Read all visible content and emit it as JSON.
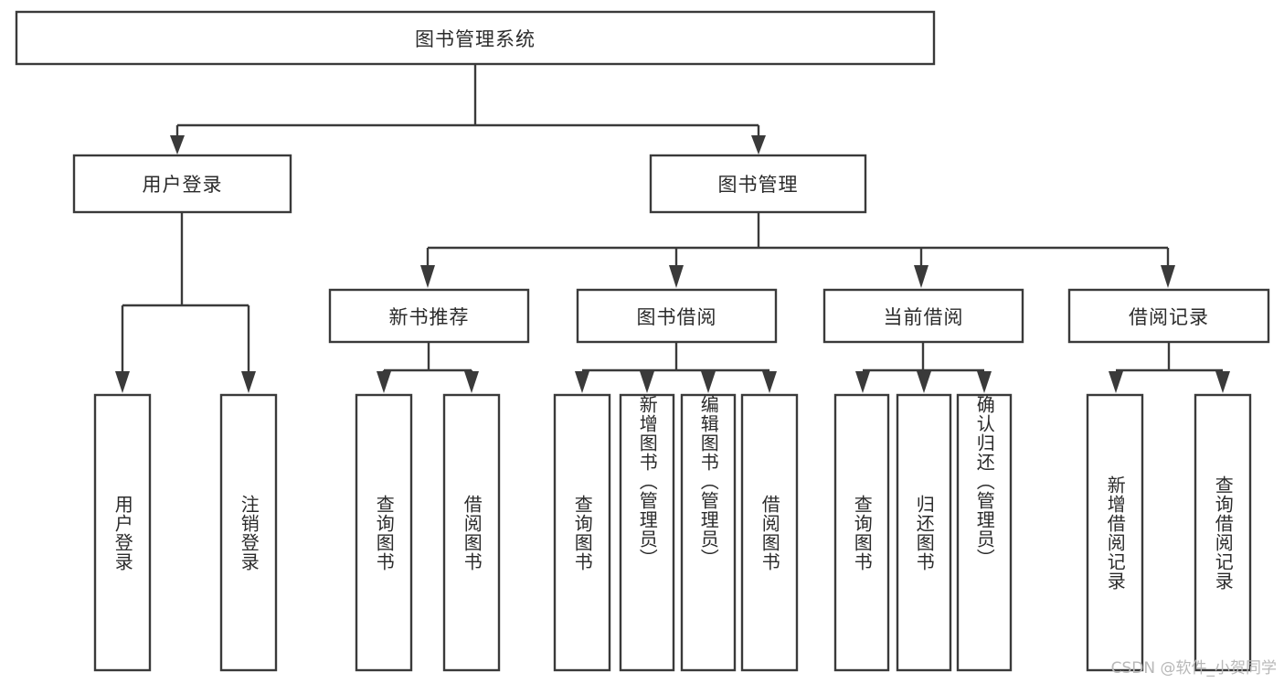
{
  "diagram": {
    "title": "图书管理系统",
    "type": "tree-hierarchy",
    "root": {
      "label": "图书管理系统"
    },
    "level2": [
      {
        "label": "用户登录"
      },
      {
        "label": "图书管理"
      }
    ],
    "level3": [
      {
        "label": "新书推荐"
      },
      {
        "label": "图书借阅"
      },
      {
        "label": "当前借阅"
      },
      {
        "label": "借阅记录"
      }
    ],
    "leaves": {
      "user_login": [
        {
          "label": "用户登录"
        },
        {
          "label": "注销登录"
        }
      ],
      "new_book_recommend": [
        {
          "label": "查询图书"
        },
        {
          "label": "借阅图书"
        }
      ],
      "book_borrow": [
        {
          "label": "查询图书"
        },
        {
          "label": "新增图书（管理员）"
        },
        {
          "label": "编辑图书（管理员）"
        },
        {
          "label": "借阅图书"
        }
      ],
      "current_borrow": [
        {
          "label": "查询图书"
        },
        {
          "label": "归还图书"
        },
        {
          "label": "确认归还（管理员）"
        }
      ],
      "borrow_record": [
        {
          "label": "新增借阅记录"
        },
        {
          "label": "查询借阅记录"
        }
      ]
    }
  },
  "watermark": {
    "text": "CSDN @软件_小贺同学"
  },
  "colors": {
    "stroke": "#3a3a3a",
    "fill": "#ffffff",
    "text": "#2b2b2b",
    "watermark": "#b8b8b8",
    "background": "#ffffff"
  }
}
